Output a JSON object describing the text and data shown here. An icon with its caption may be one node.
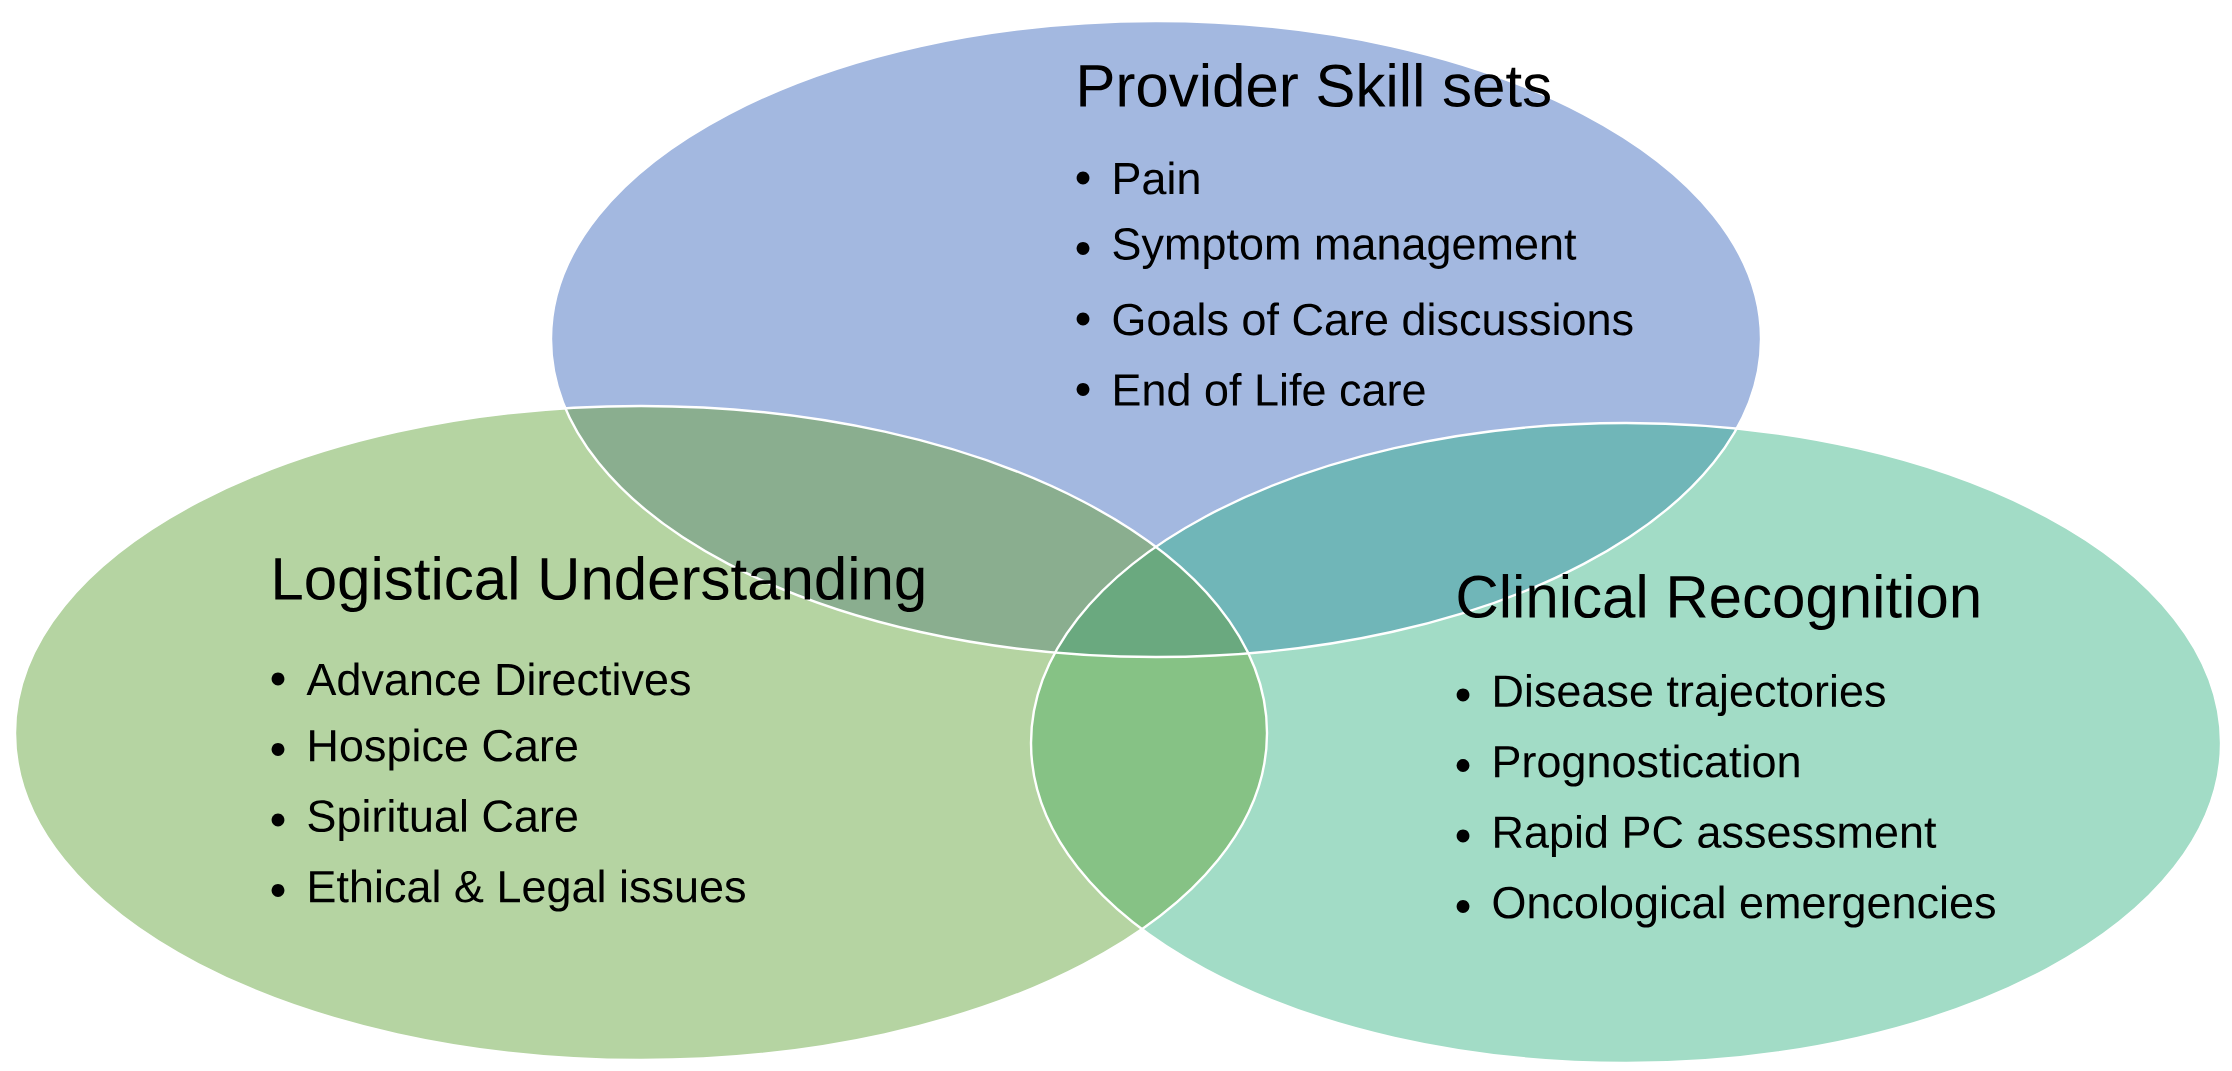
{
  "diagram": {
    "nodes": [
      {
        "text": [
          "Provider Skill sets",
          "Pain",
          "Symptom management",
          "Goals of Care discussions",
          "End of Life care"
        ]
      },
      {
        "text": [
          "Logistical Understanding",
          "Advance Directives",
          "Hospice Care",
          "Spiritual Care",
          "Ethical & Legal issues"
        ]
      },
      {
        "text": [
          "Clinical Recognition",
          "Disease trajectories",
          "Prognostication",
          "Rapid PC assessment",
          "Oncological emergencies"
        ]
      }
    ]
  }
}
